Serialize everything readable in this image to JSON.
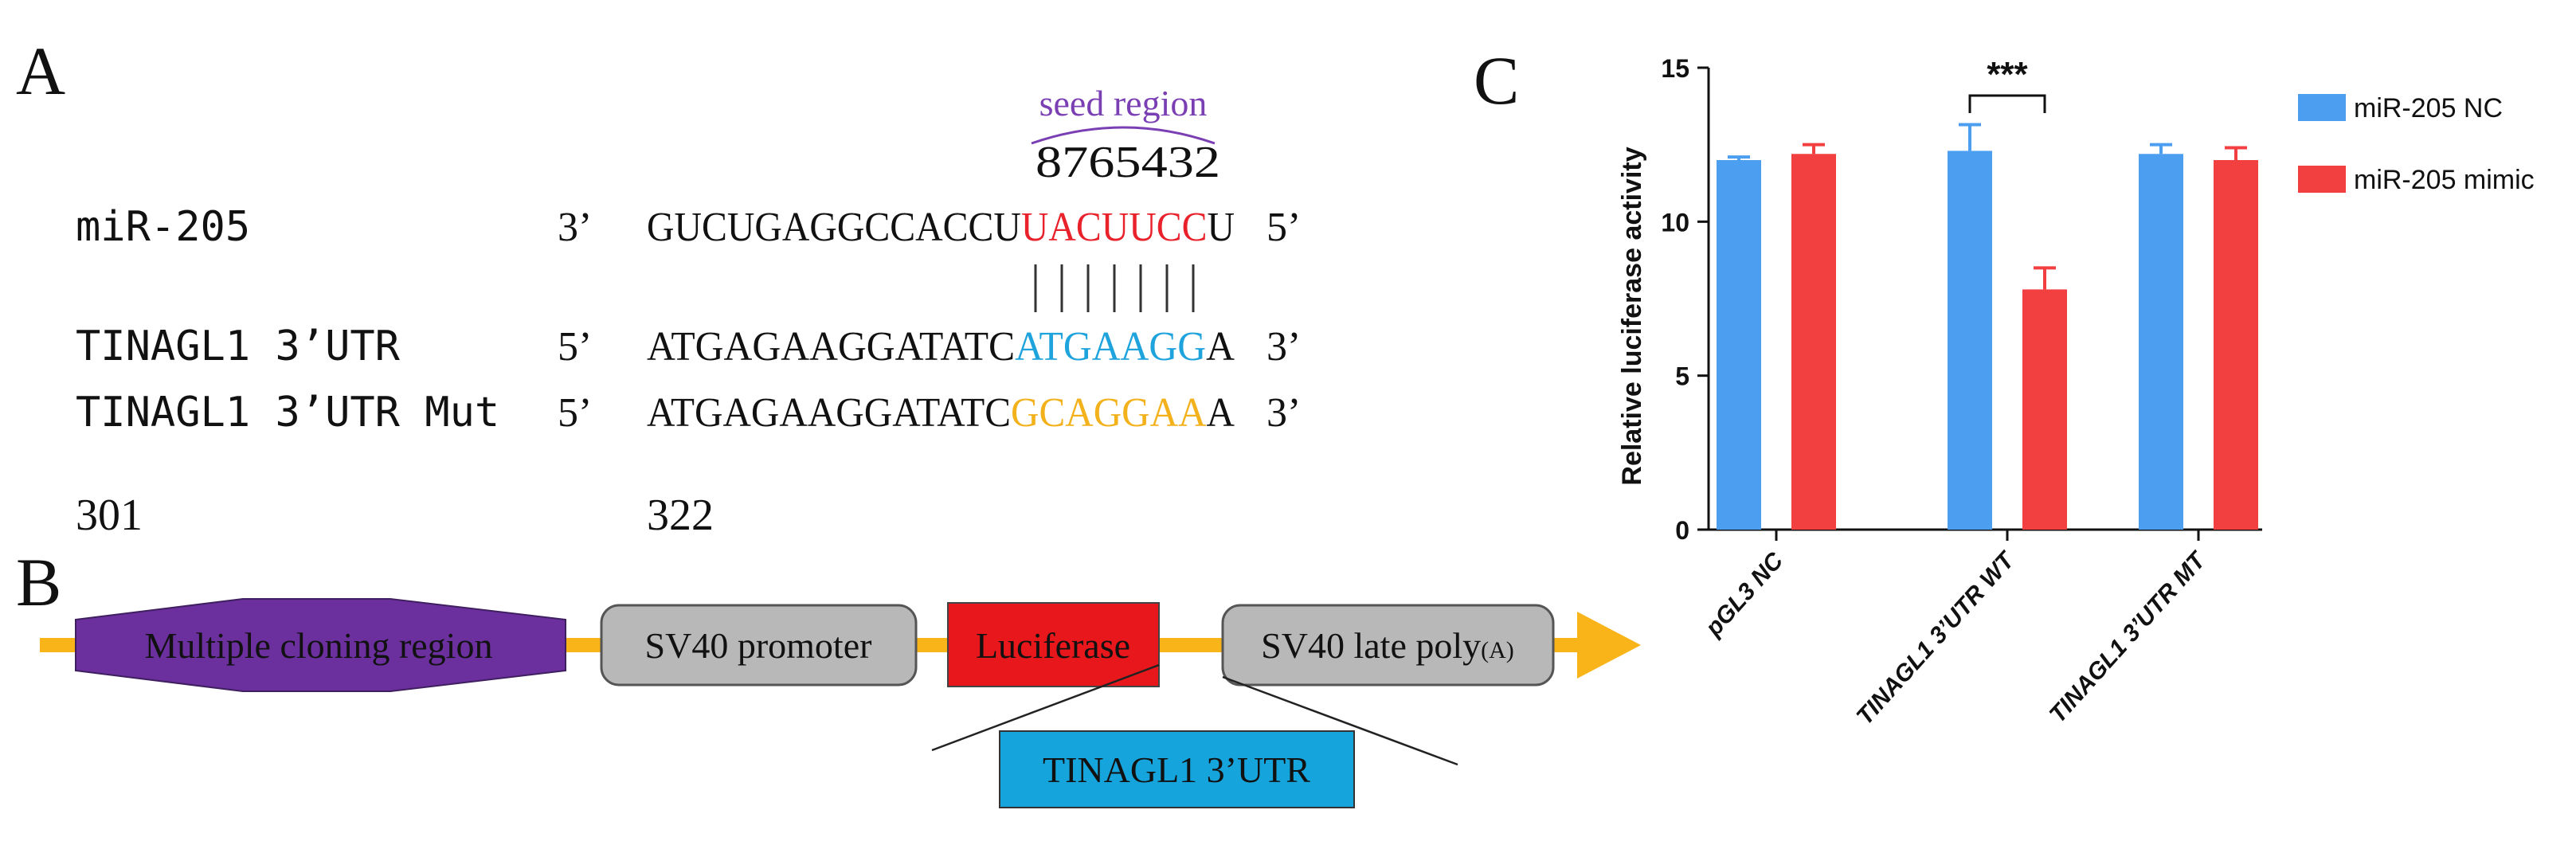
{
  "panels": {
    "a_label": "A",
    "b_label": "B",
    "c_label": "C"
  },
  "panel_a": {
    "seed_label": "seed region",
    "seed_positions": "8765432",
    "rows": [
      {
        "name": "miR-205",
        "end5": "3’",
        "pre": "GUCUGAGGCCACCU",
        "core": "UACUUCC",
        "post": "U",
        "end3": "5’",
        "color": "#e8212b"
      },
      {
        "name": "TINAGL1 3’UTR",
        "end5": "5’",
        "pre": "ATGAGAAGGATATC",
        "core": "ATGAAGG",
        "post": "A",
        "end3": "3’",
        "color": "#1fa3dd"
      },
      {
        "name": "TINAGL1 3’UTR Mut",
        "end5": "5’",
        "pre": "ATGAGAAGGATATC",
        "core": "GCAGGAA",
        "post": "A",
        "end3": "3’",
        "color": "#f3b11c"
      }
    ],
    "numbers": [
      "301",
      "322"
    ],
    "seed_arc_color": "#7b3fb4"
  },
  "panel_b": {
    "mcr_label": "Multiple cloning region",
    "promoter_label": "SV40 promoter",
    "luciferase_label": "Luciferase",
    "polya_label": "SV40 late poly",
    "polya_suffix": "(A)",
    "utr_label": "TINAGL1 3’UTR",
    "colors": {
      "backbone": "#f9b41a",
      "mcr": "#6b2f9e",
      "element": "#b8b8b8",
      "luciferase": "#e8171b",
      "utr": "#15a4dc"
    }
  },
  "chart_data": {
    "type": "bar",
    "categories": [
      "pGL3 NC",
      "TINAGL1 3’UTR WT",
      "TINAGL1 3’UTR MT"
    ],
    "series": [
      {
        "name": "miR-205 NC",
        "color": "#4c9ff0",
        "values": [
          12.0,
          12.3,
          12.2
        ],
        "errors": [
          0.1,
          0.85,
          0.3
        ]
      },
      {
        "name": "miR-205 mimic",
        "color": "#f23f3f",
        "values": [
          12.2,
          7.8,
          12.0
        ],
        "errors": [
          0.3,
          0.7,
          0.4
        ]
      }
    ],
    "ylabel": "Relative luciferase activity",
    "xlabel": "",
    "ylim": [
      0,
      15
    ],
    "yticks": [
      0,
      5,
      10,
      15
    ],
    "legend_position": "top-right",
    "significance": {
      "category_index": 1,
      "label": "***"
    }
  }
}
